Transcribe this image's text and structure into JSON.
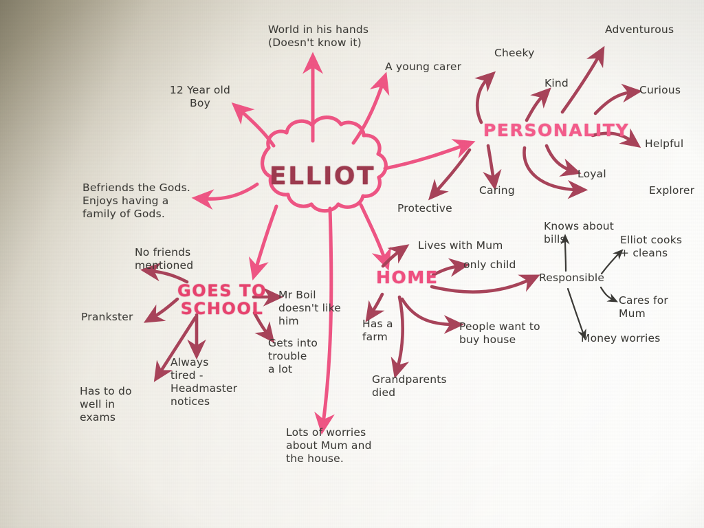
{
  "document": {
    "type": "hand-drawn mind map",
    "title": "ELLIOT",
    "medium": "pink and maroon marker pen on paper"
  },
  "colors": {
    "paper": "#efece5",
    "ink_text": "#3b3a36",
    "pink_bright": "#ef5584",
    "pink_hub": "#e8477b",
    "rose_deep": "#e0456f",
    "maroon": "#a8435a",
    "maroon_dark": "#9d3a4e"
  },
  "center": {
    "label": "ELLIOT",
    "shape": "cloud-bubble"
  },
  "hubs": [
    {
      "id": "personality",
      "label": "PERSONALITY",
      "color": "#f45c8b"
    },
    {
      "id": "home",
      "label": "HOME",
      "color": "#f04f80"
    },
    {
      "id": "school",
      "label": "GOES TO\nSCHOOL",
      "color": "#e8436f"
    }
  ],
  "primary_branches": [
    {
      "id": "age",
      "text": "12 Year old\nBoy"
    },
    {
      "id": "world",
      "text": "World in his hands\n(Doesn't know it)"
    },
    {
      "id": "carer",
      "text": "A young carer"
    },
    {
      "id": "gods",
      "text": "Befriends the Gods.\nEnjoys having a\nfamily of Gods."
    },
    {
      "id": "worries",
      "text": "Lots of worries\nabout Mum and\nthe house."
    }
  ],
  "personality_branch": {
    "hub": "PERSONALITY",
    "children": [
      {
        "id": "cheeky",
        "text": "Cheeky"
      },
      {
        "id": "kind",
        "text": "Kind"
      },
      {
        "id": "adventurous",
        "text": "Adventurous"
      },
      {
        "id": "curious",
        "text": "Curious"
      },
      {
        "id": "helpful",
        "text": "Helpful"
      },
      {
        "id": "loyal",
        "text": "Loyal"
      },
      {
        "id": "explorer",
        "text": "Explorer"
      },
      {
        "id": "caring",
        "text": "Caring"
      },
      {
        "id": "protective",
        "text": "Protective"
      }
    ]
  },
  "home_branch": {
    "hub": "HOME",
    "children": [
      {
        "id": "lives-with-mum",
        "text": "Lives with Mum"
      },
      {
        "id": "only-child",
        "text": "only child"
      },
      {
        "id": "responsible",
        "text": "Responsible"
      },
      {
        "id": "has-a-farm",
        "text": "Has a\nfarm"
      },
      {
        "id": "buy-house",
        "text": "People want to\nbuy house"
      },
      {
        "id": "grandparents",
        "text": "Grandparents\ndied"
      }
    ],
    "responsible_children": [
      {
        "id": "bills",
        "text": "Knows about\nbills"
      },
      {
        "id": "cooks-cleans",
        "text": "Elliot cooks\n+ cleans"
      },
      {
        "id": "cares-mum",
        "text": "Cares for\nMum"
      },
      {
        "id": "money",
        "text": "Money worries"
      }
    ]
  },
  "school_branch": {
    "hub": "GOES TO SCHOOL",
    "children": [
      {
        "id": "no-friends",
        "text": "No friends\nmentioned"
      },
      {
        "id": "prankster",
        "text": "Prankster"
      },
      {
        "id": "mr-boil",
        "text": "Mr Boil\ndoesn't like\nhim"
      },
      {
        "id": "trouble",
        "text": "Gets into\ntrouble\na lot"
      },
      {
        "id": "exams",
        "text": "Has to do\nwell in\nexams"
      },
      {
        "id": "tired",
        "text": "Always\ntired -\nHeadmaster\nnotices"
      }
    ]
  }
}
